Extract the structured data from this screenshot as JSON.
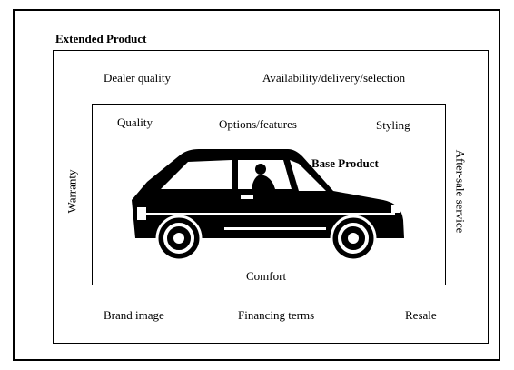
{
  "diagram": {
    "extended_title": "Extended Product",
    "base_title": "Base Product",
    "extended_labels": {
      "dealer_quality": "Dealer quality",
      "availability": "Availability/delivery/selection",
      "warranty": "Warranty",
      "after_sale": "After-sale service",
      "brand_image": "Brand image",
      "financing": "Financing terms",
      "resale": "Resale"
    },
    "base_labels": {
      "quality": "Quality",
      "options": "Options/features",
      "styling": "Styling",
      "comfort": "Comfort"
    },
    "image_icon": "car-icon"
  }
}
